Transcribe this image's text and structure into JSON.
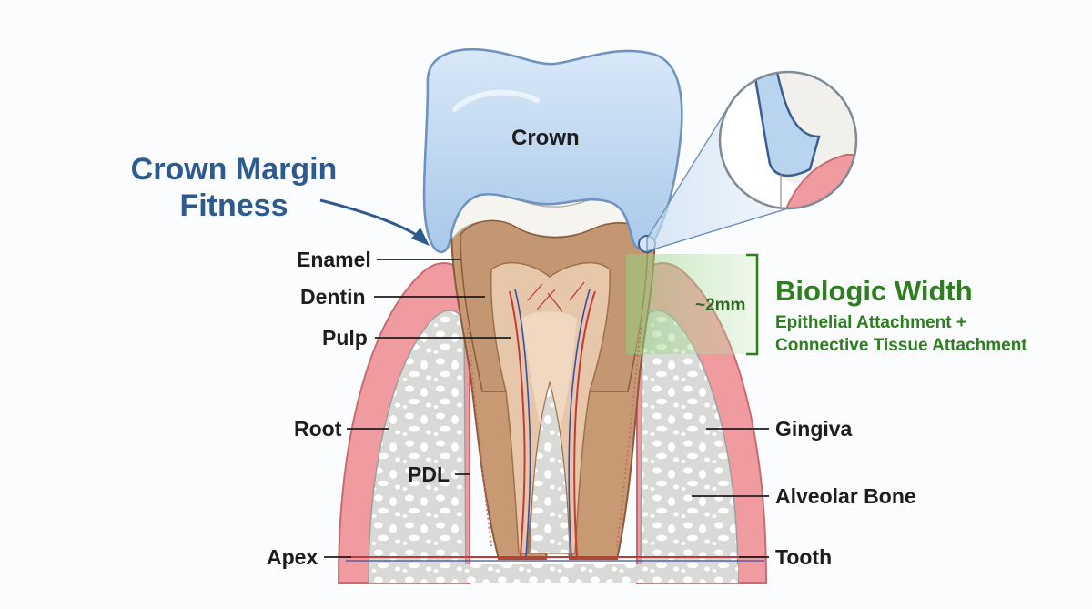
{
  "labels": {
    "crown": "Crown",
    "crown_margin_fitness_line1": "Crown Margin",
    "crown_margin_fitness_line2": "Fitness",
    "enamel": "Enamel",
    "dentin": "Dentin",
    "pulp": "Pulp",
    "root": "Root",
    "pdl": "PDL",
    "apex": "Apex",
    "gingiva": "Gingiva",
    "alveolar_bone": "Alveolar Bone",
    "tooth": "Tooth",
    "measurement": "~2mm"
  },
  "biologic_width": {
    "title": "Biologic Width",
    "subtitle_line1": "Epithelial Attachment +",
    "subtitle_line2": "Connective Tissue Attachment"
  },
  "colors": {
    "crown_blue": "#b9d4ee",
    "title_blue": "#2d5b8f",
    "biologic_green": "#2e7d1f",
    "gingiva_pink": "#ef9ba0",
    "bone_gray": "#d8d8d6",
    "dentin_brown": "#c79a74",
    "pulp_tan": "#e7c7a9"
  }
}
